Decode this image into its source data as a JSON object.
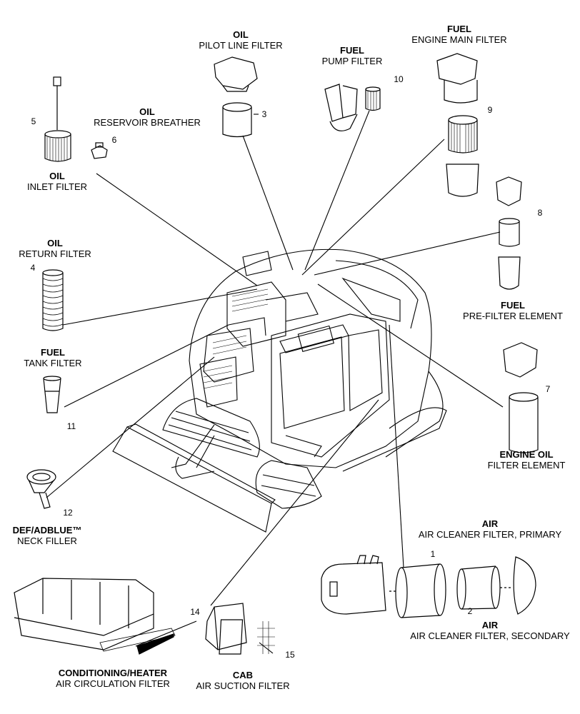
{
  "labels": [
    {
      "id": "oil-pilot",
      "title": "OIL",
      "sub": "PILOT LINE FILTER"
    },
    {
      "id": "fuel-pump",
      "title": "FUEL",
      "sub": "PUMP FILTER"
    },
    {
      "id": "fuel-main",
      "title": "FUEL",
      "sub": "ENGINE MAIN FILTER"
    },
    {
      "id": "oil-breather",
      "title": "OIL",
      "sub": "RESERVOIR BREATHER"
    },
    {
      "id": "oil-inlet",
      "title": "OIL",
      "sub": "INLET FILTER"
    },
    {
      "id": "oil-return",
      "title": "OIL",
      "sub": "RETURN FILTER"
    },
    {
      "id": "fuel-pre",
      "title": "FUEL",
      "sub": "PRE-FILTER ELEMENT"
    },
    {
      "id": "fuel-tank",
      "title": "FUEL",
      "sub": "TANK FILTER"
    },
    {
      "id": "engine-oil",
      "title": "ENGINE OIL",
      "sub": "FILTER ELEMENT"
    },
    {
      "id": "def",
      "title": "DEF/ADBLUE™",
      "sub": "NECK FILLER"
    },
    {
      "id": "air-primary",
      "title": "AIR",
      "sub": "AIR CLEANER FILTER, PRIMARY"
    },
    {
      "id": "air-secondary",
      "title": "AIR",
      "sub": "AIR CLEANER FILTER, SECONDARY"
    },
    {
      "id": "conditioning",
      "title": "CONDITIONING/HEATER",
      "sub": "AIR CIRCULATION FILTER"
    },
    {
      "id": "cab",
      "title": "CAB",
      "sub": "AIR SUCTION FILTER"
    }
  ],
  "callouts": [
    "1",
    "2",
    "3",
    "4",
    "5",
    "6",
    "7",
    "8",
    "9",
    "10",
    "11",
    "12",
    "14",
    "15"
  ]
}
